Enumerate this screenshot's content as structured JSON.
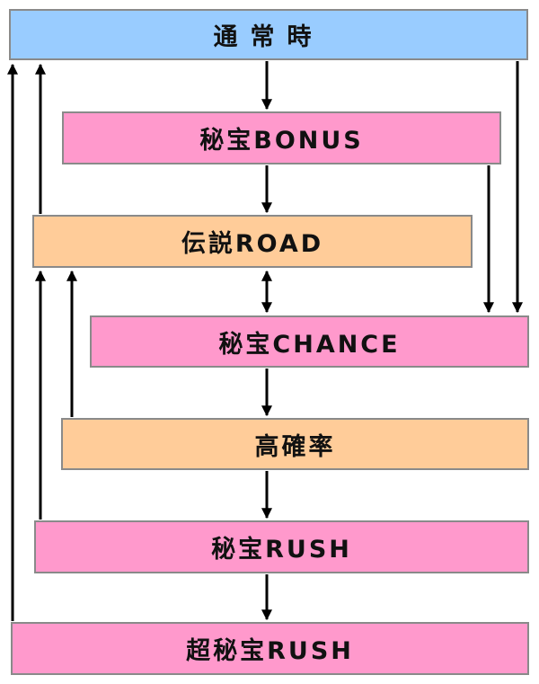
{
  "nodes": {
    "normal": {
      "label": "通常時",
      "color": "#99ccff"
    },
    "bonus": {
      "label": "秘宝BONUS",
      "color": "#ff99cc"
    },
    "road": {
      "label": "伝説ROAD",
      "color": "#ffcc99"
    },
    "chance": {
      "label": "秘宝CHANCE",
      "color": "#ff99cc"
    },
    "highprob": {
      "label": "高確率",
      "color": "#ffcc99"
    },
    "rush": {
      "label": "秘宝RUSH",
      "color": "#ff99cc"
    },
    "super": {
      "label": "超秘宝RUSH",
      "color": "#ff99cc"
    }
  },
  "edges": [
    {
      "from": "normal",
      "to": "bonus"
    },
    {
      "from": "normal",
      "to": "chance"
    },
    {
      "from": "bonus",
      "to": "road"
    },
    {
      "from": "bonus",
      "to": "chance"
    },
    {
      "from": "road",
      "to": "chance",
      "bidirectional": true
    },
    {
      "from": "chance",
      "to": "highprob"
    },
    {
      "from": "highprob",
      "to": "rush"
    },
    {
      "from": "highprob",
      "to": "road"
    },
    {
      "from": "rush",
      "to": "super"
    },
    {
      "from": "rush",
      "to": "road"
    },
    {
      "from": "road",
      "to": "normal"
    },
    {
      "from": "super",
      "to": "normal"
    }
  ]
}
